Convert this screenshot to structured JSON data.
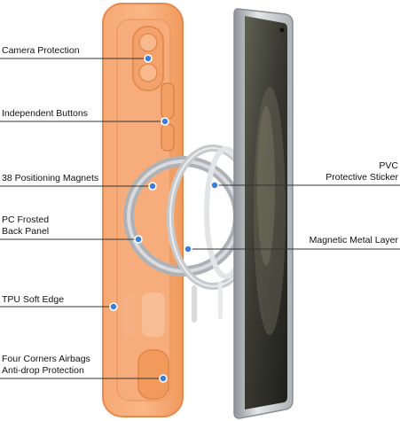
{
  "labels": {
    "camera": "Camera Protection",
    "buttons": "Independent Buttons",
    "magnets": "38 Positioning Magnets",
    "pc_line1": "PC Frosted",
    "pc_line2": "Back Panel",
    "tpu": "TPU Soft Edge",
    "corners_line1": "Four Corners Airbags",
    "corners_line2": "Anti-drop Protection",
    "pvc_line1": "PVC",
    "pvc_line2": "Protective Sticker",
    "metal": "Magnetic Metal Layer"
  },
  "colors": {
    "case_orange": "#f4a06a",
    "case_edge": "#e8894e",
    "dot_blue": "#3c7fd8",
    "ring_gray": "#bfc3c8",
    "phone_frame": "#c9ccd0",
    "screen_dark": "#2f2f2a"
  }
}
